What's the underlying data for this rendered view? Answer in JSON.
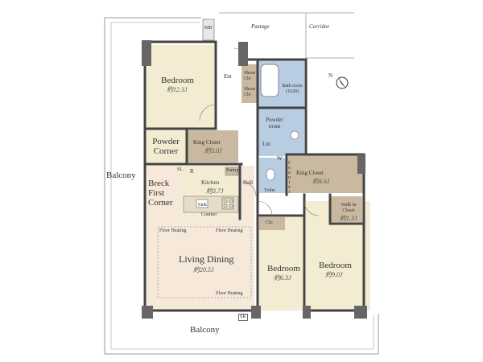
{
  "colors": {
    "wall": "#444444",
    "room_bed": "#f3ecd2",
    "room_living": "#f6e9da",
    "closet": "#c9b9a0",
    "wet": "#b9cde2",
    "balcony_border": "#bbbbbb",
    "text": "#333333"
  },
  "labels": {
    "mb": "MB",
    "pastage": "Pastage",
    "corridor": "Corridor",
    "ent": "Ent",
    "shoes_clo_1": "Shoes Clo",
    "shoes_clo_2": "Shoes Clo",
    "bathroom": "Bath room (1620)",
    "bedroom_top": "Bedroom",
    "bedroom_top_area": "約12.3J",
    "powder_corner": "Powder Corner",
    "king_closet_left": "King Closet",
    "king_closet_left_area": "約3.0J",
    "powder_room": "Powder room",
    "lin": "Lin",
    "w": "W",
    "balcony_left": "Balcony",
    "sl": "SL",
    "r": "R",
    "pantry": "Pantry",
    "breck_first_corner": "Breck First Corner",
    "kitchen": "Kitchen",
    "kitchen_area": "約3.7J",
    "sink": "Sink",
    "counter": "Counter",
    "hall": "Hall",
    "toilet": "Toilet",
    "counter_vert": "Counter",
    "king_closet_right": "King Closet",
    "king_closet_right_area": "約4.6J",
    "walk_in_closet": "Walk in Closet",
    "walk_in_closet_area": "約1.3J",
    "clo": "Clo",
    "floor_heating_1": "Floor Heating",
    "floor_heating_2": "Floor Heating",
    "floor_heating_3": "Floor Heating",
    "living_dining": "Living Dining",
    "living_dining_area": "約20.5J",
    "bedroom_mid": "Bedroom",
    "bedroom_mid_area": "約6.3J",
    "bedroom_right": "Bedroom",
    "bedroom_right_area": "約9.0J",
    "sk": "SK",
    "balcony_bottom": "Balcony"
  }
}
